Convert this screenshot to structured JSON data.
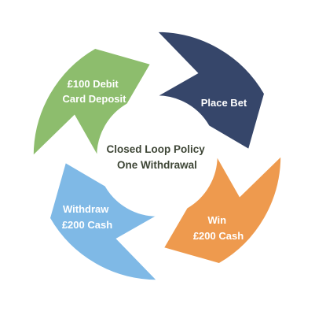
{
  "center": {
    "line1": "Closed Loop Policy",
    "line2": "One Withdrawal"
  },
  "segments": [
    {
      "id": "deposit",
      "color": "#8dbd6d",
      "line1": "£100 Debit",
      "line2": "Card Deposit"
    },
    {
      "id": "place-bet",
      "color": "#36466a",
      "line1": "Place Bet",
      "line2": ""
    },
    {
      "id": "win",
      "color": "#ee9a4e",
      "line1": "Win",
      "line2": "£200 Cash"
    },
    {
      "id": "withdraw",
      "color": "#7fb9e6",
      "line1": "Withdraw",
      "line2": "£200 Cash"
    }
  ]
}
